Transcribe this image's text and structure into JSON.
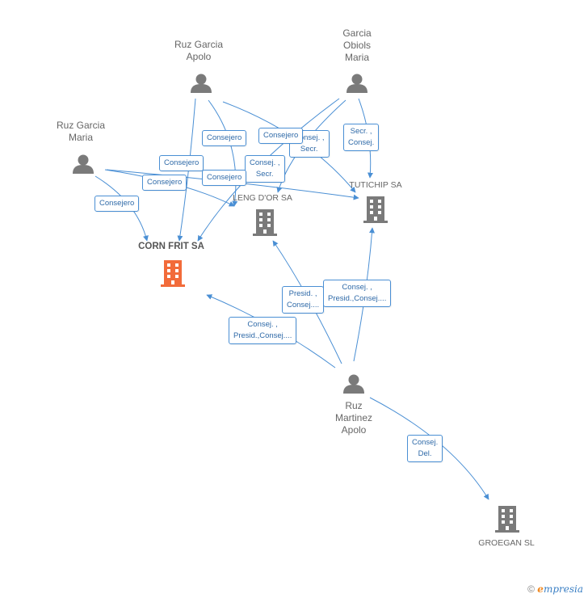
{
  "people": {
    "ruz_garcia_apolo": "Ruz Garcia\nApolo",
    "garcia_obiols_maria": "Garcia\nObiols\nMaria",
    "ruz_garcia_maria": "Ruz Garcia\nMaria",
    "ruz_martinez_apolo": "Ruz\nMartinez\nApolo"
  },
  "companies": {
    "corn_frit": "CORN FRIT SA",
    "leng_dor": "LENG D'OR SA",
    "tutichip": "TUTICHIP SA",
    "groegan": "GROEGAN SL"
  },
  "edges": {
    "e1": "Consejero",
    "e2": "Consejero",
    "e3": "Consej. ,\nSecr.",
    "e4": "Consejero",
    "e5": "Consejero",
    "e6": "Consejero",
    "e7": "Consej. ,\nSecr.",
    "e8": "Secr. ,\nConsej.",
    "e9": "Consejero",
    "e10": "Presid. ,\nConsej....",
    "e11": "Consej. ,\nPresid.,Consej....",
    "e12": "Consej. ,\nPresid.,Consej....",
    "e13": "Consej.\nDel."
  },
  "colors": {
    "edge": "#4a8fd4",
    "person_icon": "#7a7a7a",
    "company_icon": "#7a7a7a",
    "focus_company_icon": "#f26b3a"
  },
  "footer": {
    "copyright": "©",
    "brand_initial": "e",
    "brand_rest": "mpresia"
  }
}
